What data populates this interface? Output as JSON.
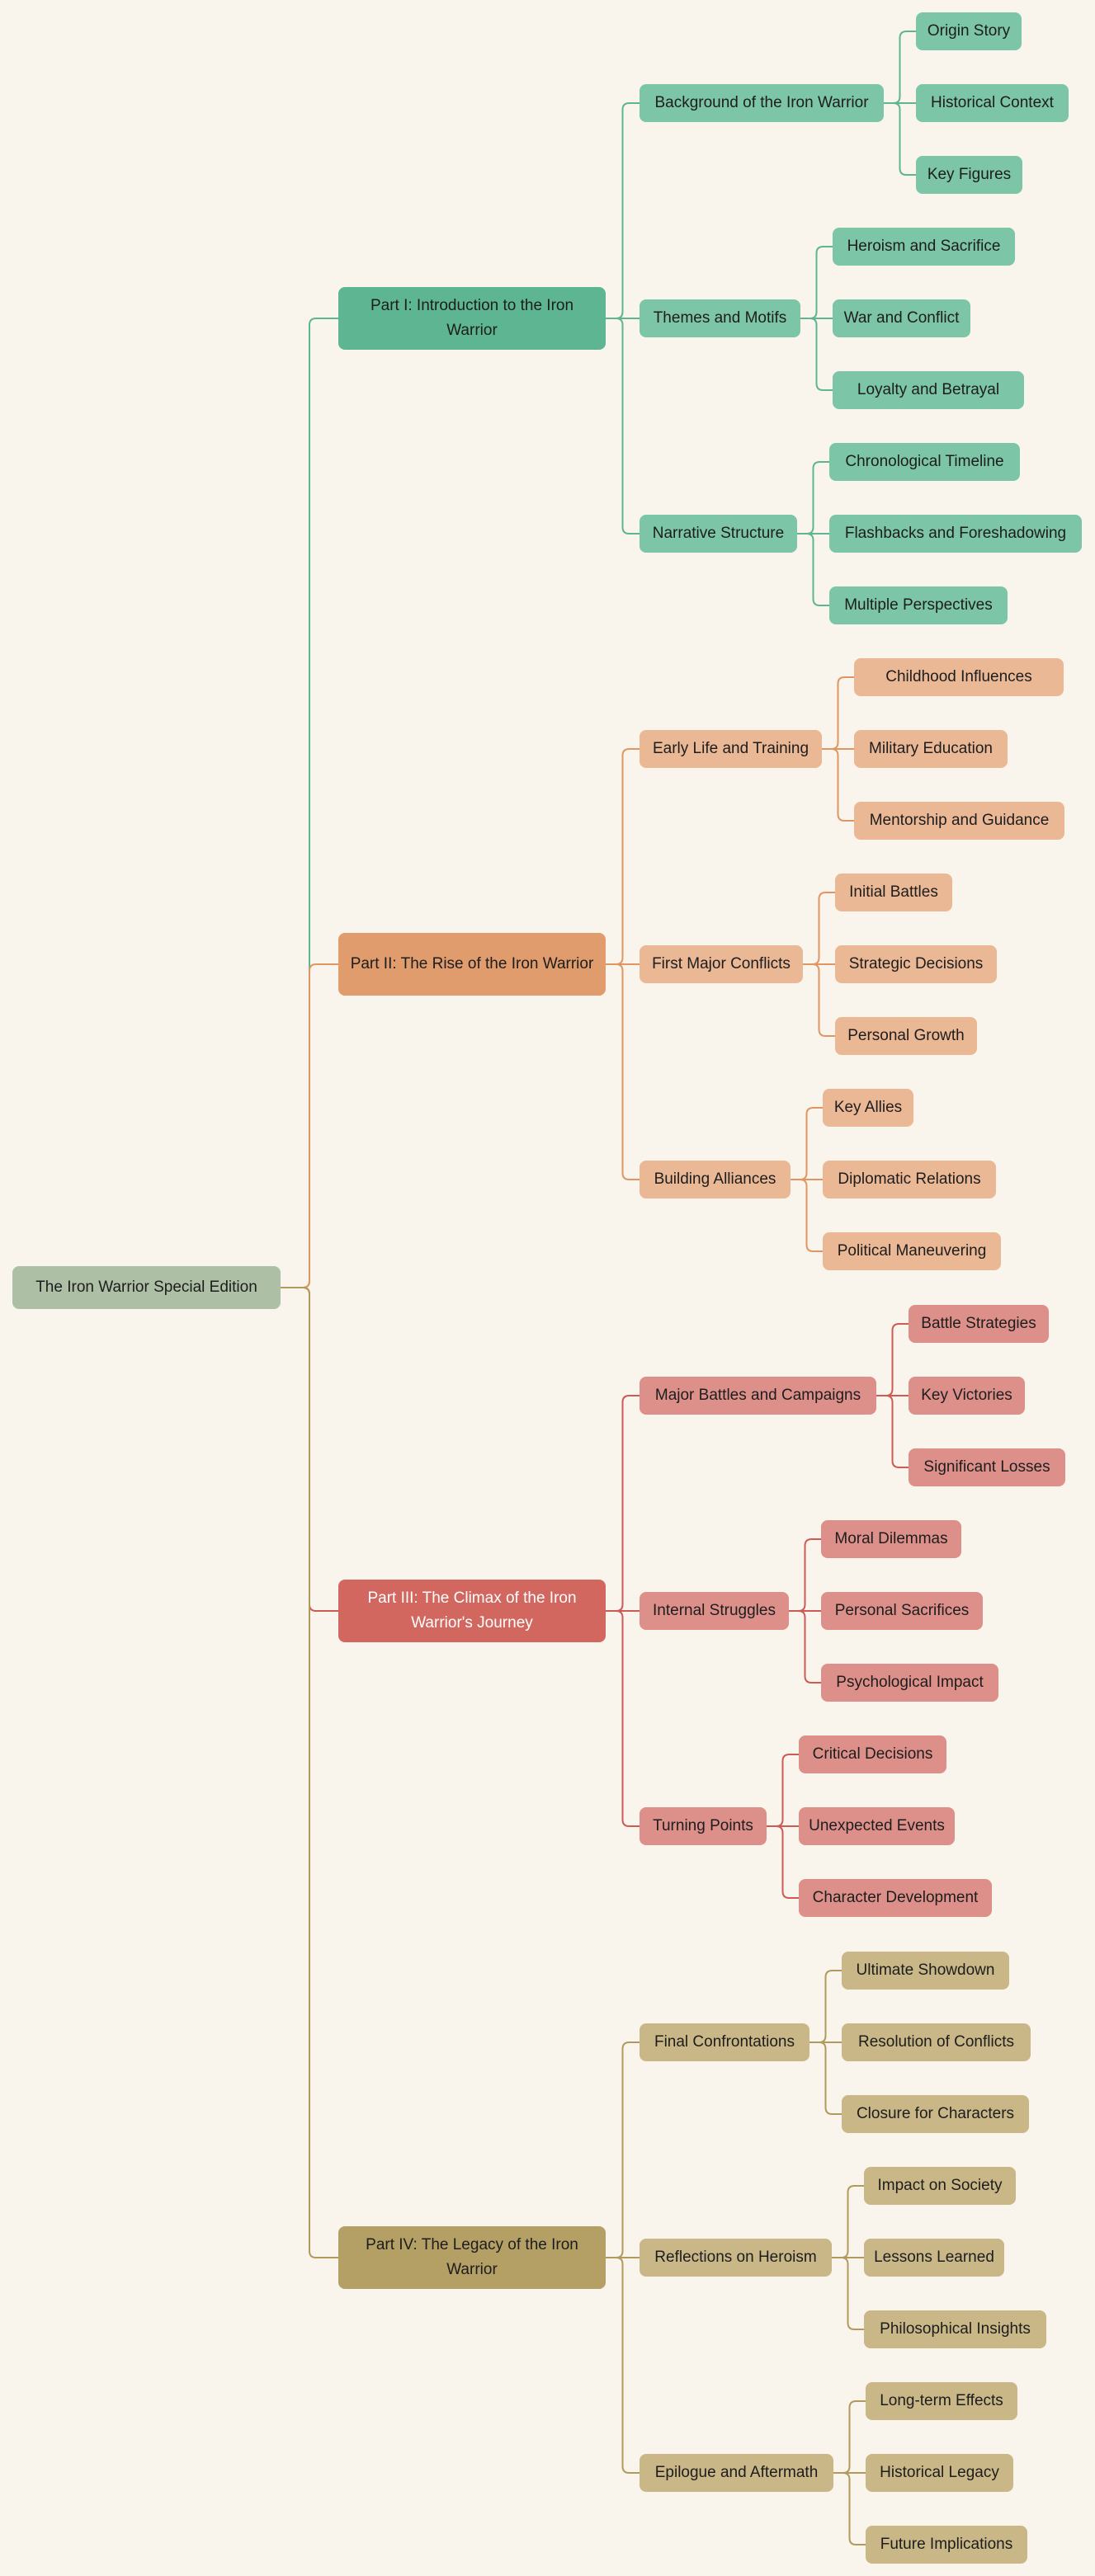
{
  "root": {
    "label": "The Iron Warrior Special Edition",
    "color": "#adc0a6"
  },
  "parts": [
    {
      "label": "Part I: Introduction to the Iron Warrior",
      "color": "#5db592",
      "child_color": "#7cc5a7",
      "line_color": "#5db592",
      "children": [
        {
          "label": "Background of the Iron Warrior",
          "leaves": [
            "Origin Story",
            "Historical Context",
            "Key Figures"
          ]
        },
        {
          "label": "Themes and Motifs",
          "leaves": [
            "Heroism and Sacrifice",
            "War and Conflict",
            "Loyalty and Betrayal"
          ]
        },
        {
          "label": "Narrative Structure",
          "leaves": [
            "Chronological Timeline",
            "Flashbacks and Foreshadowing",
            "Multiple Perspectives"
          ]
        }
      ]
    },
    {
      "label": "Part II: The Rise of the Iron Warrior",
      "color": "#e09c6c",
      "child_color": "#ebb895",
      "line_color": "#df9662",
      "children": [
        {
          "label": "Early Life and Training",
          "leaves": [
            "Childhood Influences",
            "Military Education",
            "Mentorship and Guidance"
          ]
        },
        {
          "label": "First Major Conflicts",
          "leaves": [
            "Initial Battles",
            "Strategic Decisions",
            "Personal Growth"
          ]
        },
        {
          "label": "Building Alliances",
          "leaves": [
            "Key Allies",
            "Diplomatic Relations",
            "Political Maneuvering"
          ]
        }
      ]
    },
    {
      "label": "Part III: The Climax of the Iron Warrior's Journey",
      "color": "#d2675f",
      "child_color": "#dd908a",
      "line_color": "#cd5b55",
      "light_text": true,
      "children": [
        {
          "label": "Major Battles and Campaigns",
          "leaves": [
            "Battle Strategies",
            "Key Victories",
            "Significant Losses"
          ]
        },
        {
          "label": "Internal Struggles",
          "leaves": [
            "Moral Dilemmas",
            "Personal Sacrifices",
            "Psychological Impact"
          ]
        },
        {
          "label": "Turning Points",
          "leaves": [
            "Critical Decisions",
            "Unexpected Events",
            "Character Development"
          ]
        }
      ]
    },
    {
      "label": "Part IV: The Legacy of the Iron Warrior",
      "color": "#b49f64",
      "child_color": "#c9b787",
      "line_color": "#b09a5c",
      "children": [
        {
          "label": "Final Confrontations",
          "leaves": [
            "Ultimate Showdown",
            "Resolution of Conflicts",
            "Closure for Characters"
          ]
        },
        {
          "label": "Reflections on Heroism",
          "leaves": [
            "Impact on Society",
            "Lessons Learned",
            "Philosophical Insights"
          ]
        },
        {
          "label": "Epilogue and Aftermath",
          "leaves": [
            "Long-term Effects",
            "Historical Legacy",
            "Future Implications"
          ]
        }
      ]
    }
  ]
}
